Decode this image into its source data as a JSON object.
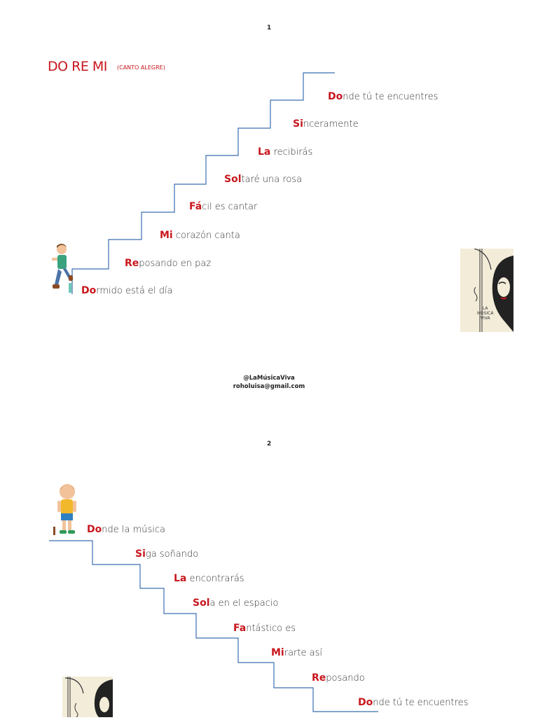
{
  "page1": {
    "number": "1",
    "title": "DO RE MI",
    "subtitle": "(CANTO ALEGRE)",
    "lines": [
      {
        "syl": "Do",
        "rest": "nde tú te encuentres"
      },
      {
        "syl": "Si",
        "rest": "nceramente"
      },
      {
        "syl": "La",
        "rest": " recibirás"
      },
      {
        "syl": "Sol",
        "rest": "taré una rosa"
      },
      {
        "syl": "Fá",
        "rest": "cil es cantar"
      },
      {
        "syl": "Mi",
        "rest": " corazón canta"
      },
      {
        "syl": "Re",
        "rest": "posando en paz"
      },
      {
        "syl": "Do",
        "rest": "rmido está el día"
      }
    ],
    "footer_handle": "@LaMúsicaViva",
    "footer_email": "roholuisa@gmail.com",
    "logo_text": [
      "LA",
      "MÚSICA",
      "VIVA"
    ]
  },
  "page2": {
    "number": "2",
    "lines": [
      {
        "syl": "Do",
        "rest": "nde la música"
      },
      {
        "syl": "Si",
        "rest": "ga soñando"
      },
      {
        "syl": "La",
        "rest": " encontrarás"
      },
      {
        "syl": "Sol",
        "rest": "a en el espacio"
      },
      {
        "syl": "Fa",
        "rest": "ntástico es"
      },
      {
        "syl": "Mi",
        "rest": "rarte así"
      },
      {
        "syl": "Re",
        "rest": "posando"
      },
      {
        "syl": "Do",
        "rest": "nde tú te encuentres"
      }
    ]
  },
  "colors": {
    "accent": "#c8161d",
    "stair": "#3a6fb0"
  }
}
